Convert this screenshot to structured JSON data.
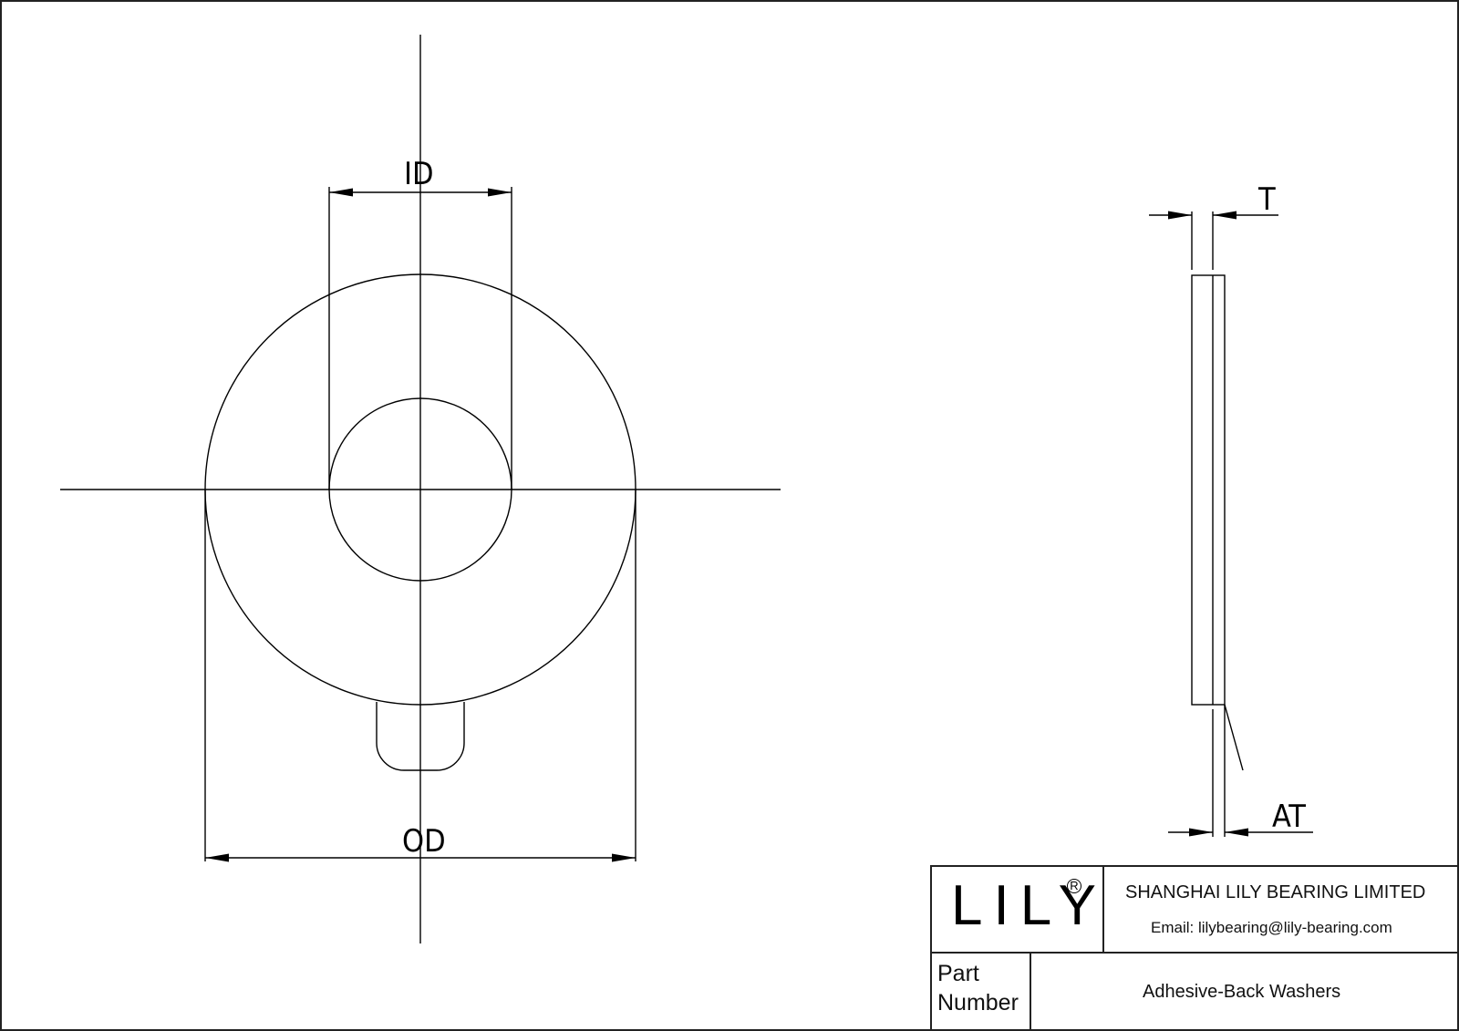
{
  "drawing": {
    "type": "engineering-drawing",
    "front_view": {
      "dimensions": {
        "inner_diameter": "ID",
        "outer_diameter": "OD"
      }
    },
    "side_view": {
      "dimensions": {
        "thickness": "T",
        "adhesive_thickness": "AT"
      }
    }
  },
  "title_block": {
    "logo": {
      "text": "LILY",
      "registered_mark": "R"
    },
    "company_name": "SHANGHAI LILY BEARING LIMITED",
    "email": "Email: lilybearing@lily-bearing.com",
    "part_number_label_line1": "Part",
    "part_number_label_line2": "Number",
    "part_number_value": "Adhesive-Back Washers"
  },
  "colors": {
    "line": "#000000",
    "background": "#ffffff",
    "border": "#222222"
  }
}
